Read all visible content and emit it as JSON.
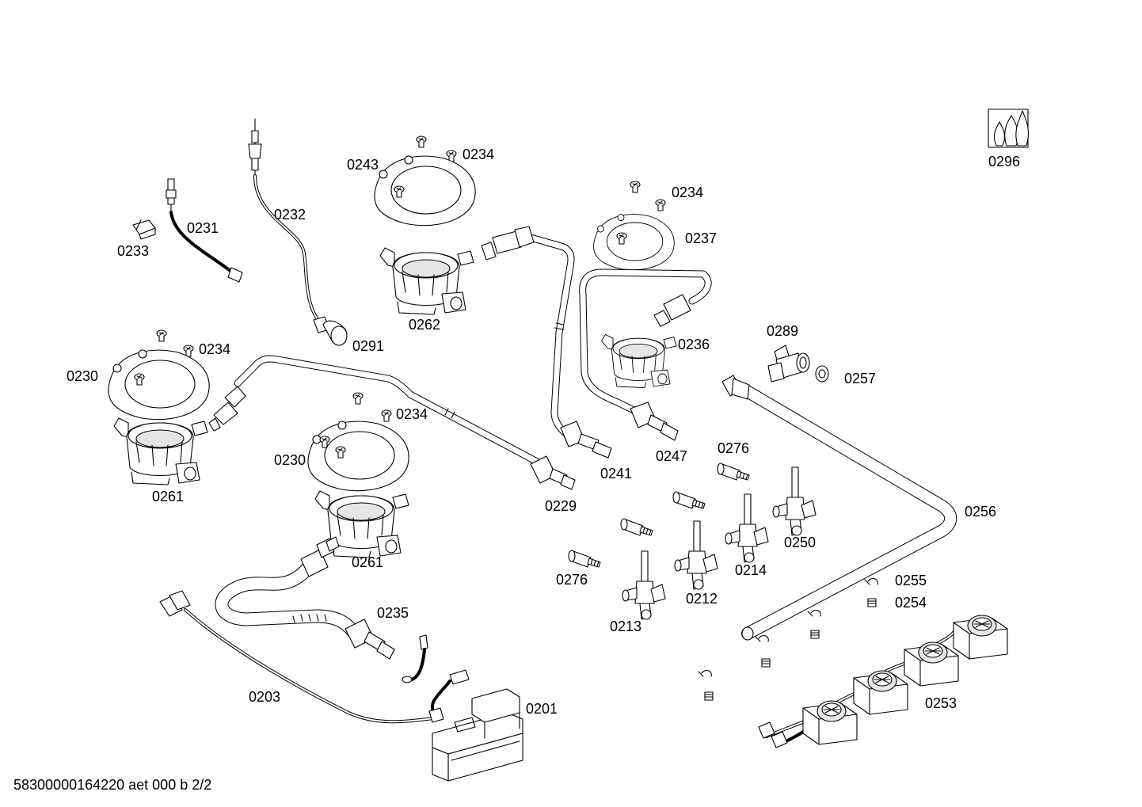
{
  "footer": "58300000164220 aet 000 b 2/2",
  "labels": {
    "l0296": "0296",
    "l0243": "0243",
    "l0234a": "0234",
    "l0232": "0232",
    "l0231": "0231",
    "l0233": "0233",
    "l0262": "0262",
    "l0291": "0291",
    "l0234b": "0234",
    "l0237": "0237",
    "l0236": "0236",
    "l0234c": "0234",
    "l0230a": "0230",
    "l0261a": "0261",
    "l0234d": "0234",
    "l0230b": "0230",
    "l0261b": "0261",
    "l0229": "0229",
    "l0241": "0241",
    "l0247": "0247",
    "l0289": "0289",
    "l0257": "0257",
    "l0276a": "0276",
    "l0256": "0256",
    "l0250": "0250",
    "l0214": "0214",
    "l0212": "0212",
    "l0276b": "0276",
    "l0213": "0213",
    "l0255": "0255",
    "l0254": "0254",
    "l0235": "0235",
    "l0203": "0203",
    "l0201": "0201",
    "l0253": "0253"
  }
}
